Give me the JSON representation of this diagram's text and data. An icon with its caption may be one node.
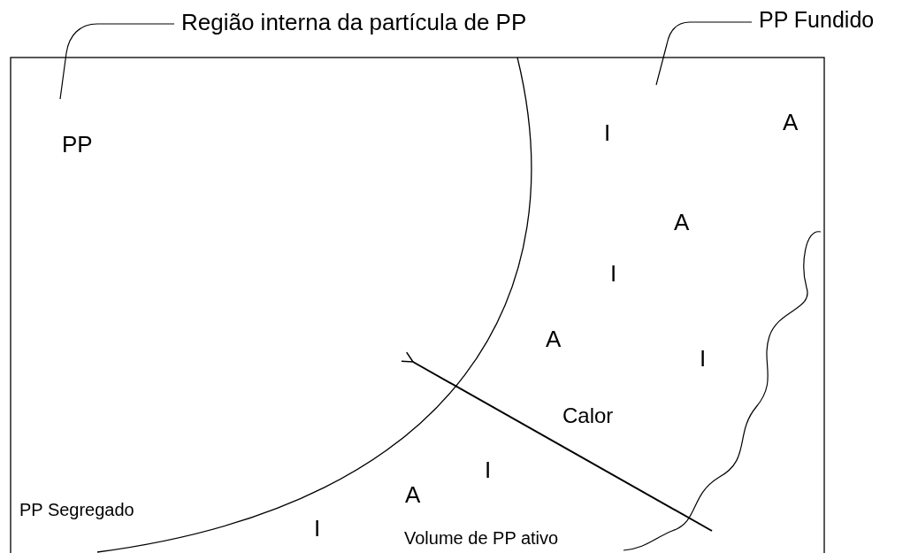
{
  "diagram": {
    "nodes": [
      {
        "text": [
          "Região interna da partícula de PP"
        ]
      },
      {
        "text": [
          "PP Fundido"
        ]
      }
    ],
    "edges": [
      {
        "from": 0,
        "to": null,
        "arrow": "none"
      },
      {
        "from": 1,
        "to": null,
        "arrow": "none"
      }
    ],
    "labels": [
      "A",
      "I",
      "PP",
      "A",
      "I",
      "A",
      "I",
      "Calor",
      "I",
      "A",
      "PP Segregado",
      "I",
      "Volume de PP ativo"
    ]
  }
}
